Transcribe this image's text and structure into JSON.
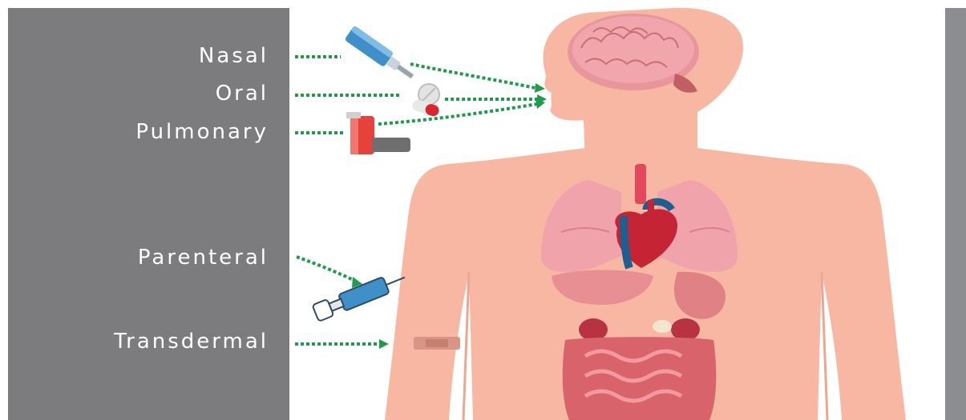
{
  "routes": {
    "nasal": "Nasal",
    "oral": "Oral",
    "pulmonary": "Pulmonary",
    "parenteral": "Parenteral",
    "transdermal": "Transdermal"
  },
  "colors": {
    "panel": "#7c7c7f",
    "skin": "#f7b7a3",
    "arrow": "#1e9b4b"
  }
}
